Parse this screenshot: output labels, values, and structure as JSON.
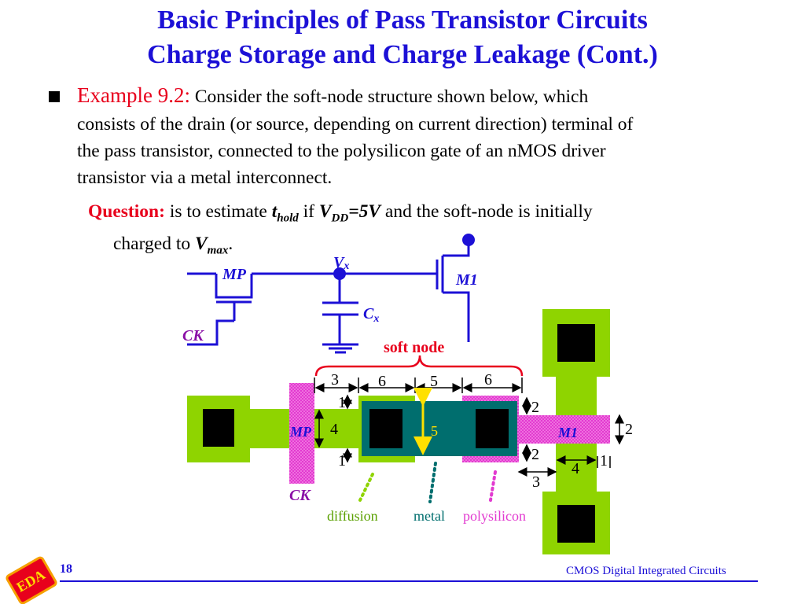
{
  "title": {
    "line1": "Basic Principles of Pass Transistor Circuits",
    "line2": "Charge Storage and Charge Leakage (Cont.)"
  },
  "example": {
    "label": "Example 9.2:",
    "text1": " Consider the soft-node structure shown below, which",
    "text2": "consists of the drain (or source, depending on current direction) terminal of",
    "text3": "the pass transistor, connected to the polysilicon gate of an nMOS driver",
    "text4": "transistor via a metal interconnect."
  },
  "question": {
    "label": "Question:",
    "t1": " is to estimate ",
    "thold_t": "t",
    "thold_sub": "hold",
    "t2": " if ",
    "vdd_v": "V",
    "vdd_sub": "DD",
    "vdd_val": "=5V",
    "t3": " and the soft-node is initially",
    "t4": "charged to ",
    "vmax_v": "V",
    "vmax_sub": "max",
    "t5": "."
  },
  "schematic": {
    "mp": "MP",
    "ck": "CK",
    "vx": "V",
    "vx_sub": "x",
    "cx": "C",
    "cx_sub": "x",
    "m1": "M1"
  },
  "layout": {
    "soft_node": "soft node",
    "dim_3a": "3",
    "dim_6a": "6",
    "dim_5a": "5",
    "dim_6b": "6",
    "dim_1a": "1",
    "dim_4a": "4",
    "dim_1b": "1",
    "dim_5b": "5",
    "dim_2a": "2",
    "dim_2b": "2",
    "dim_2c": "2",
    "dim_4b": "4",
    "dim_1c": "1",
    "dim_3b": "3",
    "mp_label": "MP",
    "m1_label": "M1",
    "ck_label": "CK",
    "legend_diffusion": "diffusion",
    "legend_metal": "metal",
    "legend_polysilicon": "polysilicon"
  },
  "footer": {
    "page": "18",
    "course": "CMOS Digital Integrated Circuits",
    "logo_text": "EDA"
  },
  "colors": {
    "title": "#1c10d6",
    "diffusion": "#8fd400",
    "metal": "#006e6e",
    "polysilicon": "#e23ad0",
    "contact": "#000000",
    "highlight": "#e8001c"
  }
}
